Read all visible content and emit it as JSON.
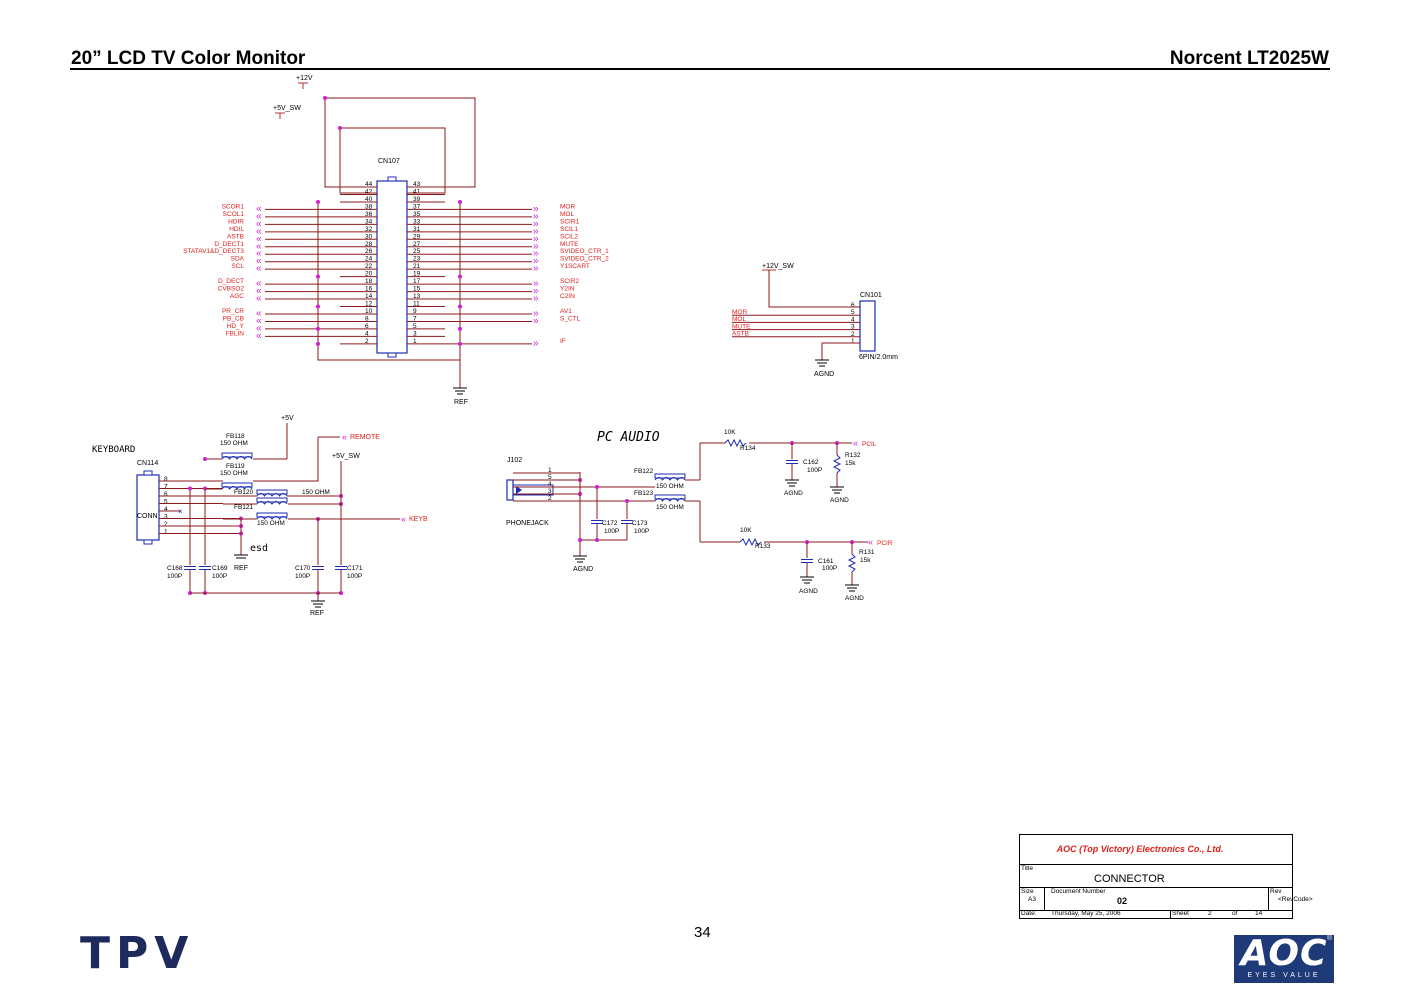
{
  "header": {
    "left_title": "20” LCD TV Color Monitor",
    "right_title": "Norcent LT2025W"
  },
  "page_number": "34",
  "logos": {
    "left": "TPV",
    "right_word": "AOC",
    "right_tagline": "EYES VALUE",
    "right_mark": "®"
  },
  "title_block": {
    "company": "AOC (Top Victory) Electronics Co., Ltd.",
    "title_label": "Title",
    "title": "CONNECTOR",
    "size_label": "Size",
    "size": "A3",
    "docnum_label": "Document Number",
    "docnum": "02",
    "rev_label": "Rev",
    "rev": "<RevCode>",
    "date_label": "Date:",
    "date": "Thursday, May 25, 2006",
    "sheet_label": "Sheet",
    "sheet": "2",
    "of_label": "of",
    "total": "14"
  },
  "cn107": {
    "ref": "CN107",
    "power_12v": "+12V",
    "power_5v": "+5V_SW",
    "ground": "REF",
    "left_pins": [
      "44",
      "42",
      "40",
      "38",
      "36",
      "34",
      "32",
      "30",
      "28",
      "26",
      "24",
      "22",
      "20",
      "18",
      "16",
      "14",
      "12",
      "10",
      "8",
      "6",
      "4",
      "2"
    ],
    "right_pins": [
      "43",
      "41",
      "39",
      "37",
      "35",
      "33",
      "31",
      "29",
      "27",
      "25",
      "23",
      "21",
      "19",
      "17",
      "15",
      "13",
      "11",
      "9",
      "7",
      "5",
      "3",
      "1"
    ],
    "left_signals": [
      {
        "label": "SCOR1",
        "row": 3
      },
      {
        "label": "SCOL1",
        "row": 4
      },
      {
        "label": "HDIR",
        "row": 5
      },
      {
        "label": "HDIL",
        "row": 6
      },
      {
        "label": "ASTB",
        "row": 7
      },
      {
        "label": "D_DECT1",
        "row": 8
      },
      {
        "label": "STATAV1&D_DECT3",
        "row": 9
      },
      {
        "label": "SDA",
        "row": 10
      },
      {
        "label": "SCL",
        "row": 11
      },
      {
        "label": "D_DECT",
        "row": 13
      },
      {
        "label": "CVBSO2",
        "row": 14
      },
      {
        "label": "AGC",
        "row": 15
      },
      {
        "label": "PR_CR",
        "row": 17
      },
      {
        "label": "PB_CB",
        "row": 18
      },
      {
        "label": "HD_Y",
        "row": 19
      },
      {
        "label": "FBLIN",
        "row": 20
      }
    ],
    "right_signals": [
      {
        "label": "MOR",
        "row": 3
      },
      {
        "label": "MOL",
        "row": 4
      },
      {
        "label": "SCIR1",
        "row": 5
      },
      {
        "label": "SCIL1",
        "row": 6
      },
      {
        "label": "SCIL2",
        "row": 7
      },
      {
        "label": "MUTE",
        "row": 8
      },
      {
        "label": "SVIDEO_CTR_1",
        "row": 9
      },
      {
        "label": "SVIDEO_CTR_2",
        "row": 10
      },
      {
        "label": "Y1SCART",
        "row": 11
      },
      {
        "label": "SCIR2",
        "row": 13
      },
      {
        "label": "Y2IN",
        "row": 14
      },
      {
        "label": "C2IN",
        "row": 15
      },
      {
        "label": "AV1",
        "row": 17
      },
      {
        "label": "S_CTL",
        "row": 18
      },
      {
        "label": "IF",
        "row": 21
      }
    ]
  },
  "cn101": {
    "ref": "CN101",
    "power": "+12V_SW",
    "ground": "AGND",
    "footprint": "6PIN/2.0mm",
    "pins": [
      "6",
      "5",
      "4",
      "3",
      "2",
      "1"
    ],
    "signals": [
      "MOR",
      "MOL",
      "MUTE",
      "ASTB"
    ]
  },
  "keyboard": {
    "title": "KEYBOARD",
    "ref": "CN114",
    "conn": "CONN",
    "pins": [
      "8",
      "7",
      "6",
      "5",
      "4",
      "3",
      "2",
      "1"
    ],
    "power_5v": "+5V",
    "power_5vsw": "+5V_SW",
    "remote": "REMOTE",
    "keyb": "KEYB",
    "esd": "esd",
    "ground": "REF",
    "fb118": "FB118",
    "fb118_val": "150 OHM",
    "fb119": "FB119",
    "fb119_val": "150 OHM",
    "fb120": "FB120",
    "fb120_val": "150 OHM",
    "fb121": "FB121",
    "fb121_val": "150 OHM",
    "c168": "C168",
    "c169": "C169",
    "c170": "C170",
    "c171": "C171",
    "cap_val": "100P"
  },
  "pc_audio": {
    "title": "PC AUDIO",
    "jack": "J102",
    "jack_name": "PHONEJACK",
    "jack_pins": [
      "1",
      "5",
      "4",
      "3",
      "2"
    ],
    "ground": "AGND",
    "fb122": "FB122",
    "fb123": "FB123",
    "fb_val": "150 OHM",
    "c172": "C172",
    "c173": "C173",
    "c161": "C161",
    "c162": "C162",
    "cap_val": "100P",
    "r134": "R134",
    "r133": "R133",
    "r_series_val": "10K",
    "r132": "R132",
    "r131": "R131",
    "r_pd_val": "15k",
    "pcil": "PCIL",
    "pcir": "PCIR"
  }
}
